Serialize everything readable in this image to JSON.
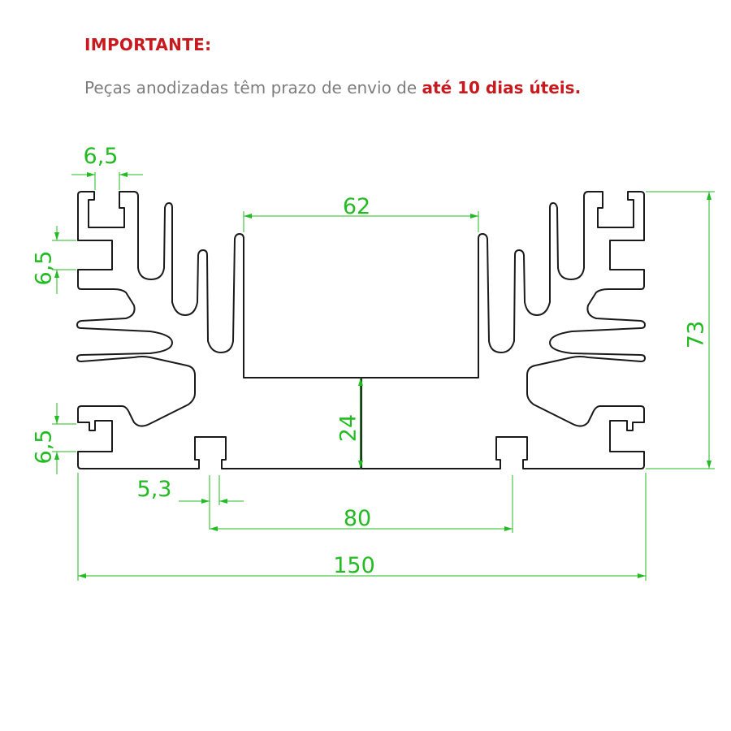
{
  "notice": {
    "title": "IMPORTANTE:",
    "text_prefix": "Peças anodizadas têm prazo de envio de ",
    "text_highlight": "até 10 dias úteis."
  },
  "dimensions": {
    "slot_top_width": "6,5",
    "slot_left_upper": "6,5",
    "slot_left_lower": "6,5",
    "channel_width": "62",
    "total_height": "73",
    "base_height": "24",
    "foot_width": "5,3",
    "foot_spacing": "80",
    "total_width": "150"
  },
  "colors": {
    "title": "#c8191e",
    "highlight": "#c8191e",
    "body_text": "#7d7d7d",
    "dimension": "#22bb22",
    "outline": "#1a1a1a"
  }
}
